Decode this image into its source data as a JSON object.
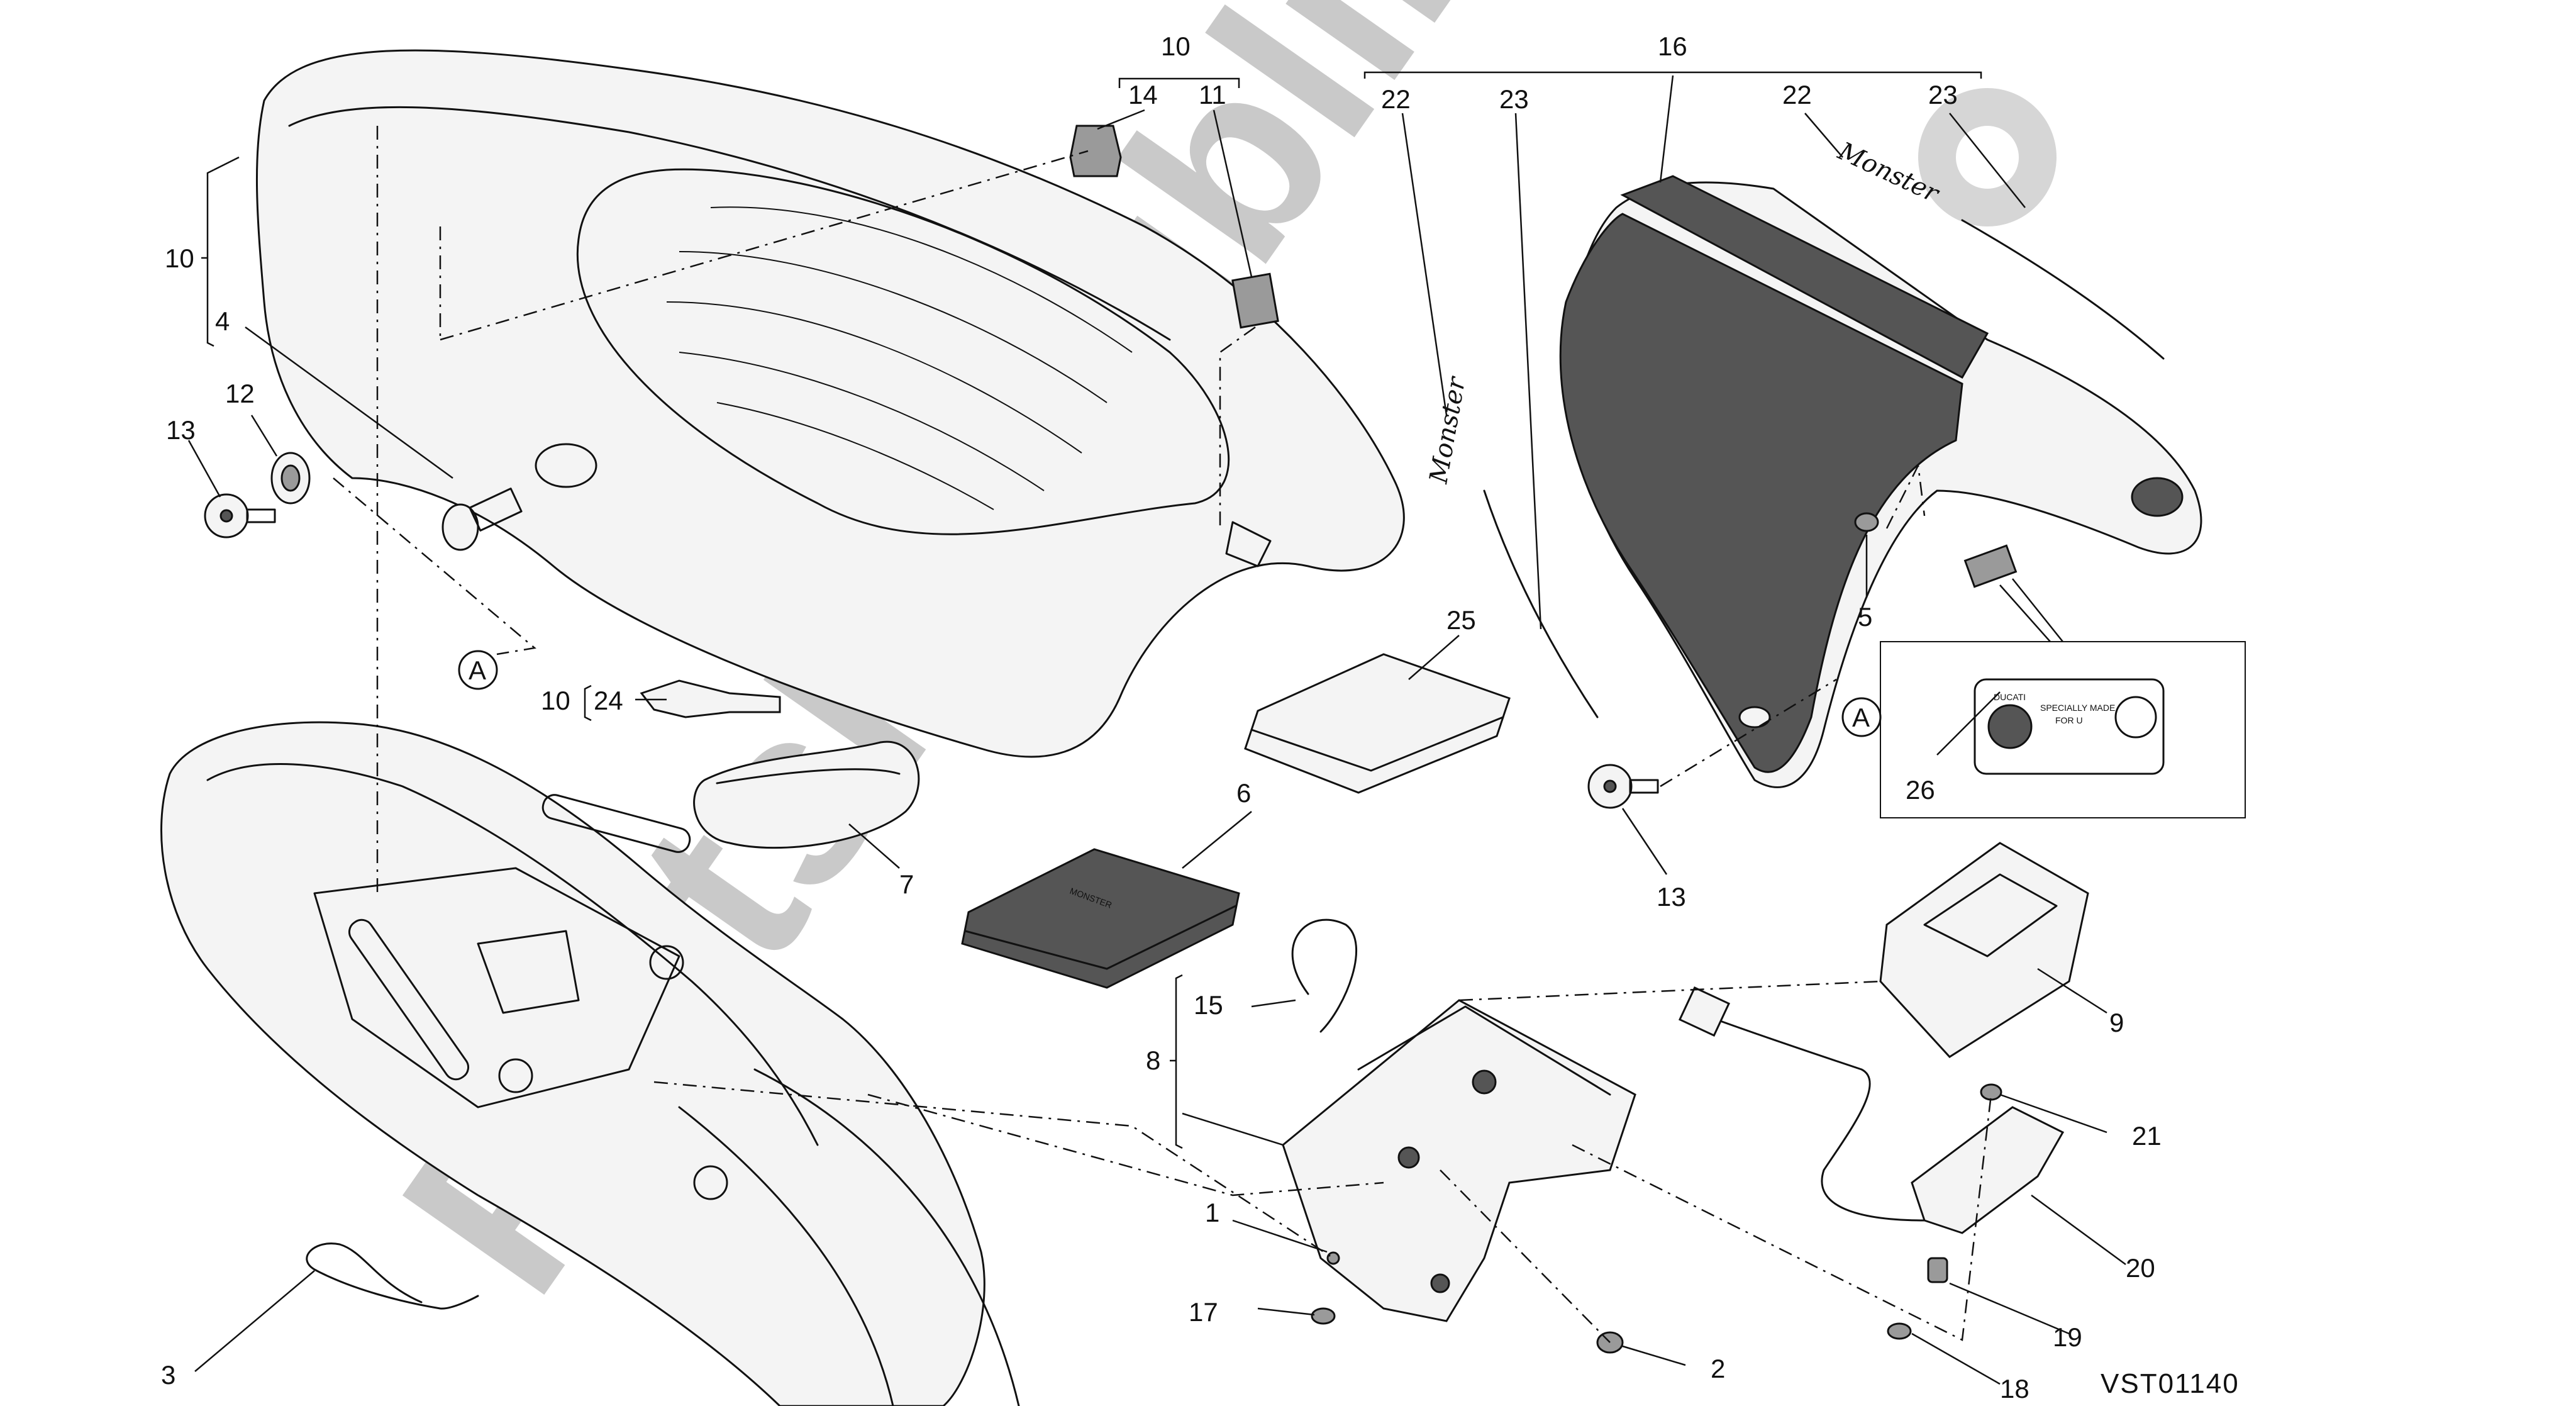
{
  "diagram": {
    "drawing_code": "VST01140",
    "watermark": "PartsRepublik",
    "watermark_color": "#9c9c9c",
    "line_color": "#111111",
    "callouts": {
      "c1": "1",
      "c2": "2",
      "c3": "3",
      "c4": "4",
      "c5": "5",
      "c6": "6",
      "c7": "7",
      "c8": "8",
      "c9": "9",
      "c10a": "10",
      "c10b": "10",
      "c10c": "10",
      "c11": "11",
      "c12": "12",
      "c13a": "13",
      "c13b": "13",
      "c14": "14",
      "c15": "15",
      "c16": "16",
      "c17": "17",
      "c18": "18",
      "c19": "19",
      "c20": "20",
      "c21": "21",
      "c22a": "22",
      "c22b": "22",
      "c23a": "23",
      "c23b": "23",
      "c24": "24",
      "c25": "25",
      "c26": "26"
    },
    "view_markers": {
      "a_left": "A",
      "a_right": "A"
    },
    "decal_text": {
      "left": "Monster",
      "right": "Monster"
    },
    "manual_cover_text": "MONSTER",
    "label_detail": {
      "brand": "DUCATI",
      "line1": "SPECIALLY MADE",
      "line2": "FOR U"
    }
  }
}
